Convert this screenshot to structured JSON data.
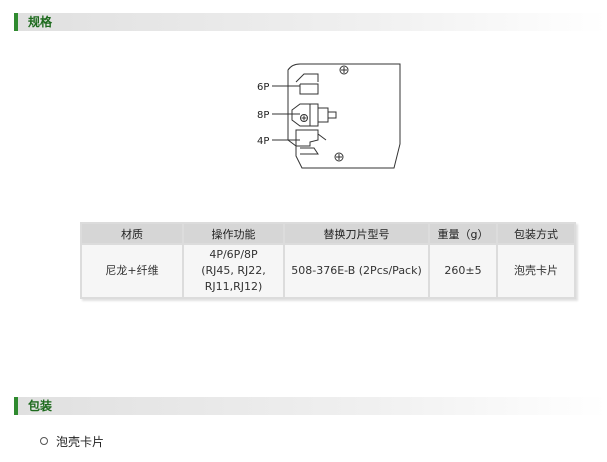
{
  "spec_section": {
    "title": "规格"
  },
  "diagram": {
    "labels": [
      "6P",
      "8P",
      "4P"
    ]
  },
  "table": {
    "headers": [
      "材质",
      "操作功能",
      "替换刀片型号",
      "重量（g）",
      "包装方式"
    ],
    "row": {
      "material": "尼龙+纤维",
      "function_lines": [
        "4P/6P/8P",
        "(RJ45, RJ22,",
        "RJ11,RJ12)"
      ],
      "blade": "508-376E-B (2Pcs/Pack)",
      "weight": "260±5",
      "packaging": "泡壳卡片"
    }
  },
  "pack_section": {
    "title": "包装",
    "items": [
      "泡壳卡片"
    ]
  }
}
